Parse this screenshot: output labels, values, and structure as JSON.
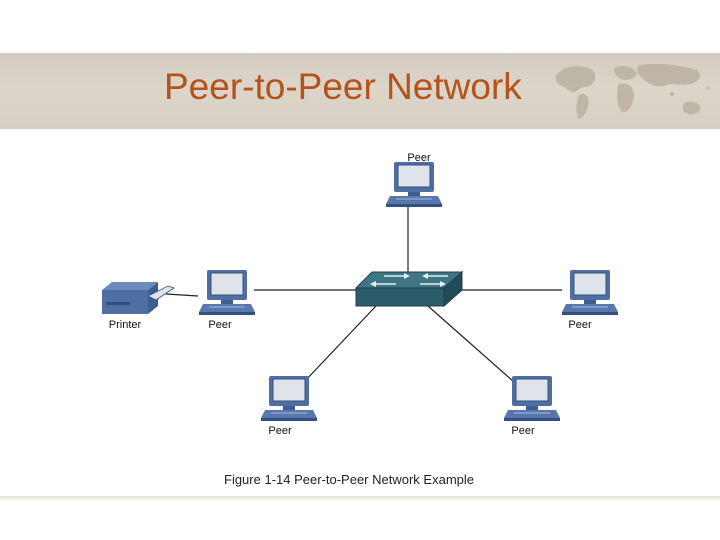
{
  "slide": {
    "title": "Peer-to-Peer Network",
    "caption": "Figure 1-14   Peer-to-Peer Network Example"
  },
  "diagram": {
    "switch": {
      "icon": "switch-icon"
    },
    "nodes": [
      {
        "id": "peer-top",
        "label": "Peer",
        "icon": "computer-icon"
      },
      {
        "id": "peer-left",
        "label": "Peer",
        "icon": "computer-icon"
      },
      {
        "id": "peer-right",
        "label": "Peer",
        "icon": "computer-icon"
      },
      {
        "id": "peer-bottom-left",
        "label": "Peer",
        "icon": "computer-icon"
      },
      {
        "id": "peer-bottom-right",
        "label": "Peer",
        "icon": "computer-icon"
      },
      {
        "id": "printer",
        "label": "Printer",
        "icon": "printer-icon"
      }
    ]
  },
  "colors": {
    "title": "#b5531a",
    "banner": "#d8d1c5",
    "device_blue": "#4f6fa3",
    "switch_teal": "#2c5d6b"
  }
}
